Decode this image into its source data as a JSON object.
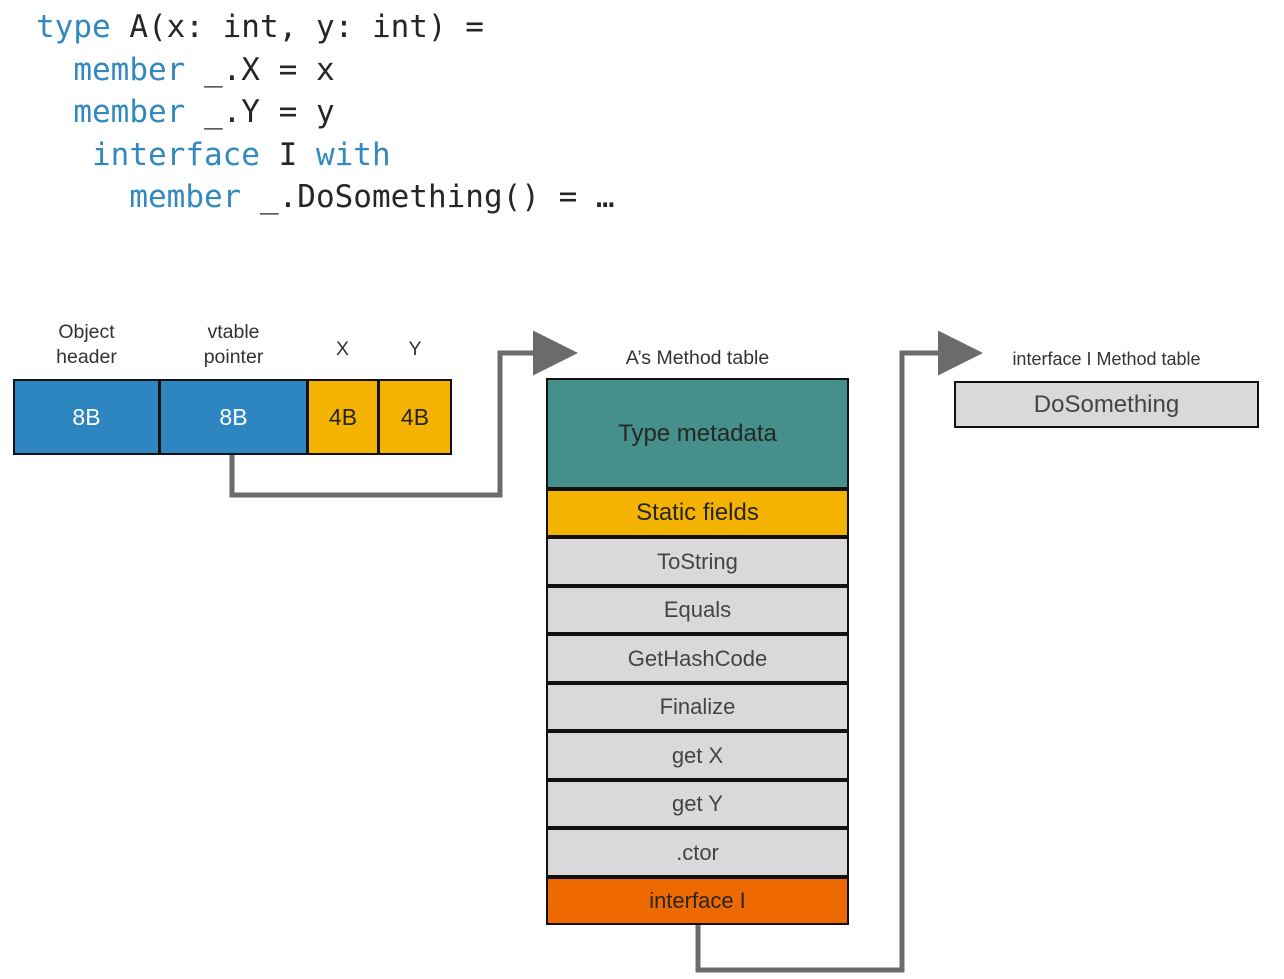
{
  "code": {
    "lines": [
      [
        {
          "t": "type",
          "k": true
        },
        {
          "t": " A(x: int, y: int) =",
          "k": false
        }
      ],
      [
        {
          "t": "  ",
          "k": false
        },
        {
          "t": "member",
          "k": true
        },
        {
          "t": " _.X = x",
          "k": false
        }
      ],
      [
        {
          "t": "  ",
          "k": false
        },
        {
          "t": "member",
          "k": true
        },
        {
          "t": " _.Y = y",
          "k": false
        }
      ],
      [
        {
          "t": "   ",
          "k": false
        },
        {
          "t": "interface",
          "k": true
        },
        {
          "t": " I ",
          "k": false
        },
        {
          "t": "with",
          "k": true
        }
      ],
      [
        {
          "t": "     ",
          "k": false
        },
        {
          "t": "member",
          "k": true
        },
        {
          "t": " _.DoSomething() = …",
          "k": false
        }
      ]
    ],
    "keyword_color": "#3288bf",
    "plain_color": "#262626"
  },
  "object_layout": {
    "labels": {
      "object_header": "Object\nheader",
      "object_header_l1": "Object",
      "object_header_l2": "header",
      "vtable_pointer_l1": "vtable",
      "vtable_pointer_l2": "pointer",
      "field_x": "X",
      "field_y": "Y"
    },
    "cells": [
      {
        "name": "object-header",
        "size": "8B",
        "color": "#2e86c1"
      },
      {
        "name": "vtable-pointer",
        "size": "8B",
        "color": "#2e86c1"
      },
      {
        "name": "field-x",
        "size": "4B",
        "color": "#f5b301"
      },
      {
        "name": "field-y",
        "size": "4B",
        "color": "#f5b301"
      }
    ]
  },
  "method_table": {
    "title": "A’s Method table",
    "rows": [
      {
        "label": "Type metadata",
        "color": "#45908a"
      },
      {
        "label": "Static fields",
        "color": "#f5b301"
      },
      {
        "label": "ToString",
        "color": "#d9d9d9"
      },
      {
        "label": "Equals",
        "color": "#d9d9d9"
      },
      {
        "label": "GetHashCode",
        "color": "#d9d9d9"
      },
      {
        "label": "Finalize",
        "color": "#d9d9d9"
      },
      {
        "label": "get X",
        "color": "#d9d9d9"
      },
      {
        "label": "get Y",
        "color": "#d9d9d9"
      },
      {
        "label": ".ctor",
        "color": "#d9d9d9"
      },
      {
        "label": "interface I",
        "color": "#ee6a00"
      }
    ]
  },
  "interface_table": {
    "title": "interface I Method table",
    "rows": [
      {
        "label": "DoSomething",
        "color": "#d9d9d9"
      }
    ]
  },
  "arrows": {
    "color": "#6b6b6b",
    "vtable_to_method_table": "vtable pointer → A’s Method table",
    "interface_row_to_interface_table": "interface I → interface I Method table"
  }
}
